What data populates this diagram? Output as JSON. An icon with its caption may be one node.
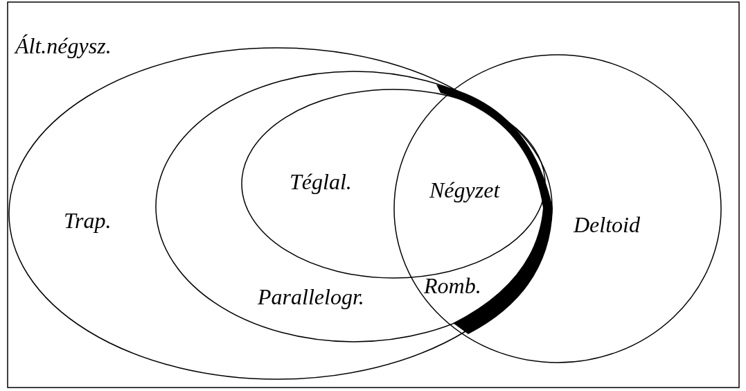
{
  "diagram": {
    "nodes": [
      {
        "text": [
          "Ált.négysz."
        ]
      },
      {
        "text": [
          "Trap."
        ],
        "in": 0
      },
      {
        "text": [
          "Parallelogr."
        ],
        "in": 1
      },
      {
        "text": [
          "Téglal."
        ],
        "in": 2
      },
      {
        "text": [
          "Deltoid"
        ],
        "in": 0
      }
    ],
    "edges": [],
    "labels": [
      "Négyzet",
      "Romb."
    ]
  }
}
